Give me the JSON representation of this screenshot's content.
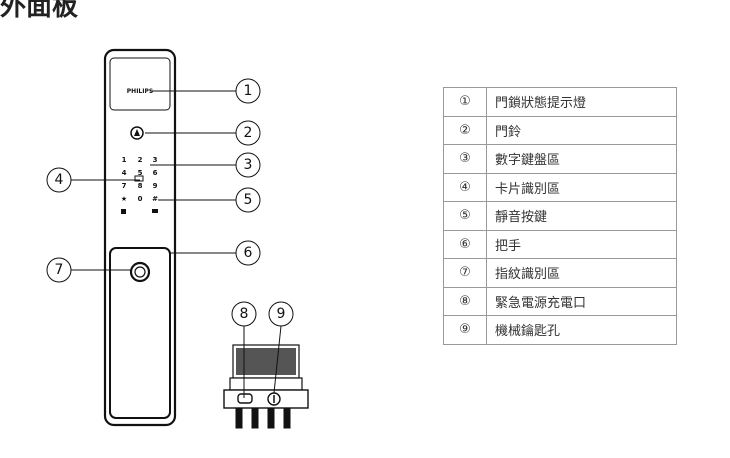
{
  "page": {
    "title": "外面板"
  },
  "diagram": {
    "brand_logo": "PHILIPS",
    "keypad_rows": [
      [
        "1",
        "2",
        "3"
      ],
      [
        "4",
        "5",
        "6"
      ],
      [
        "7",
        "8",
        "9"
      ],
      [
        "★",
        "0",
        "#"
      ]
    ],
    "callouts": [
      "1",
      "2",
      "3",
      "4",
      "5",
      "6",
      "7",
      "8",
      "9"
    ]
  },
  "legend": {
    "rows": [
      {
        "num": "①",
        "name": "門鎖狀態提示燈"
      },
      {
        "num": "②",
        "name": "門鈴"
      },
      {
        "num": "③",
        "name": "數字鍵盤區"
      },
      {
        "num": "④",
        "name": "卡片識別區"
      },
      {
        "num": "⑤",
        "name": "靜音按鍵"
      },
      {
        "num": "⑥",
        "name": "把手"
      },
      {
        "num": "⑦",
        "name": "指紋識別區"
      },
      {
        "num": "⑧",
        "name": "緊急電源充電口"
      },
      {
        "num": "⑨",
        "name": "機械鑰匙孔"
      }
    ]
  }
}
